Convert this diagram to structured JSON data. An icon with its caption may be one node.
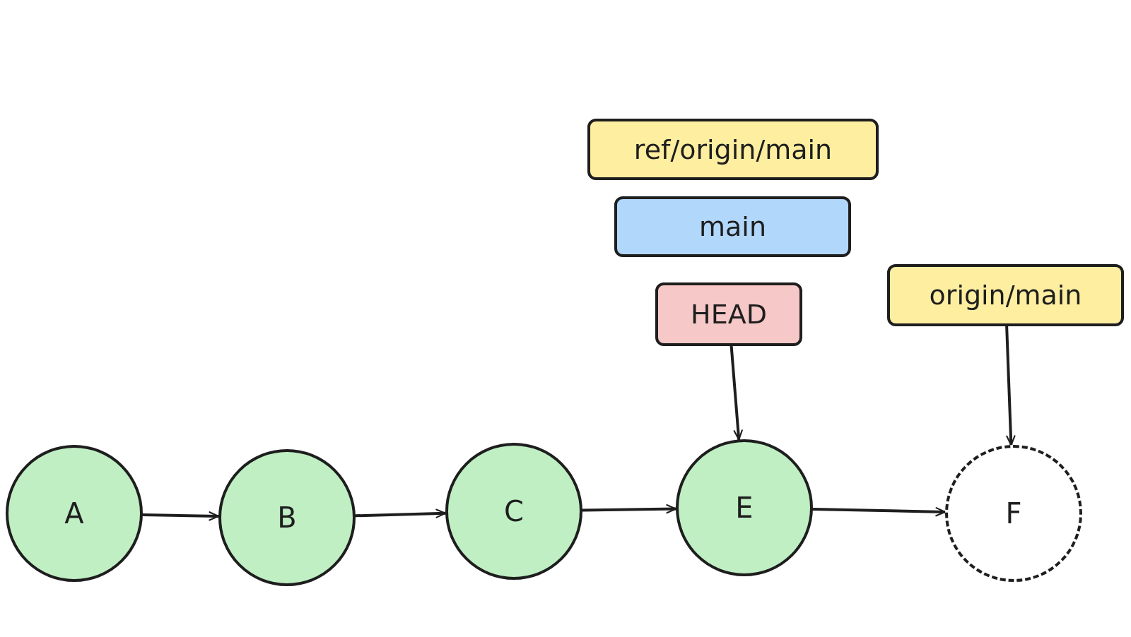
{
  "diagram": {
    "nodes": [
      {
        "text": [
          "ref/origin/main"
        ]
      },
      {
        "text": [
          "main"
        ]
      },
      {
        "text": [
          "HEAD"
        ]
      },
      {
        "text": [
          "origin/main"
        ]
      },
      {
        "text": [
          "A"
        ]
      },
      {
        "text": [
          "B"
        ]
      },
      {
        "text": [
          "C"
        ]
      },
      {
        "text": [
          "E"
        ]
      },
      {
        "text": [
          "F"
        ]
      }
    ],
    "edges": [
      {
        "from": 4,
        "to": 5,
        "arrow": "to"
      },
      {
        "from": 5,
        "to": 6,
        "arrow": "to"
      },
      {
        "from": 6,
        "to": 7,
        "arrow": "to"
      },
      {
        "from": 7,
        "to": 8,
        "arrow": "to"
      },
      {
        "from": 2,
        "to": 7,
        "arrow": "to"
      },
      {
        "from": 3,
        "to": 8,
        "arrow": "to"
      }
    ]
  }
}
